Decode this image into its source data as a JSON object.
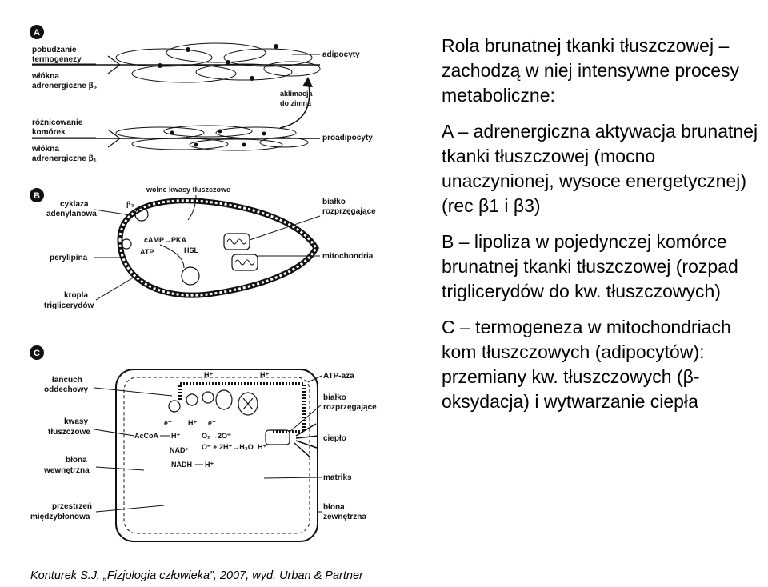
{
  "figure": {
    "panel_a": {
      "letter": "A",
      "left_labels": [
        "pobudzanie",
        "termogenezy",
        "włókna",
        "adrenergiczne β₃",
        "różnicowanie",
        "komórek",
        "włókna",
        "adrenergiczne β₁"
      ],
      "right_labels": [
        "adipocyty",
        "aklimacja",
        "do zimna",
        "proadipocyty"
      ]
    },
    "panel_b": {
      "letter": "B",
      "left_labels": [
        "cyklaza",
        "adenylanowa",
        "perylipina",
        "kropla",
        "triglicerydów"
      ],
      "top_label": "wolne kwasy tłuszczowe",
      "inner_labels": [
        "β₃",
        "cAMP→PKA",
        "ATP",
        "HSL"
      ],
      "right_labels": [
        "białko",
        "rozprzęgające",
        "mitochondria"
      ]
    },
    "panel_c": {
      "letter": "C",
      "left_labels": [
        "łańcuch",
        "oddechowy",
        "kwasy",
        "tłuszczowe",
        "błona",
        "wewnętrzna",
        "przestrzeń",
        "międzybłonowa"
      ],
      "right_labels": [
        "ATP-aza",
        "białko",
        "rozprzęgające",
        "ciepło",
        "matriks",
        "błona",
        "zewnętrzna"
      ],
      "inner_labels": [
        "H⁺",
        "H⁺",
        "e⁻",
        "H⁺",
        "e⁻",
        "AcCoA",
        "H⁺",
        "O₂→2O⁼",
        "O⁼ + 2H⁺→H₂O",
        "NAD⁺",
        "NADH",
        "H⁺",
        "H⁺"
      ]
    },
    "citation": "Konturek S.J. „Fizjologia człowieka”, 2007, wyd. Urban & Partner"
  },
  "text": {
    "intro": "Rola brunatnej tkanki tłuszczowej – zachodzą w niej intensywne procesy metaboliczne:",
    "item_a": "A – adrenergiczna aktywacja brunatnej tkanki tłuszczowej (mocno unaczynionej, wysoce energetycznej) (rec β1 i β3)",
    "item_b": "B – lipoliza w pojedynczej komórce brunatnej tkanki tłuszczowej (rozpad triglicerydów do kw. tłuszczowych)",
    "item_c": "C – termogeneza w mitochondriach kom tłuszczowych (adipocytów): przemiany kw. tłuszczowych (β-oksydacja) i wytwarzanie ciepła"
  }
}
